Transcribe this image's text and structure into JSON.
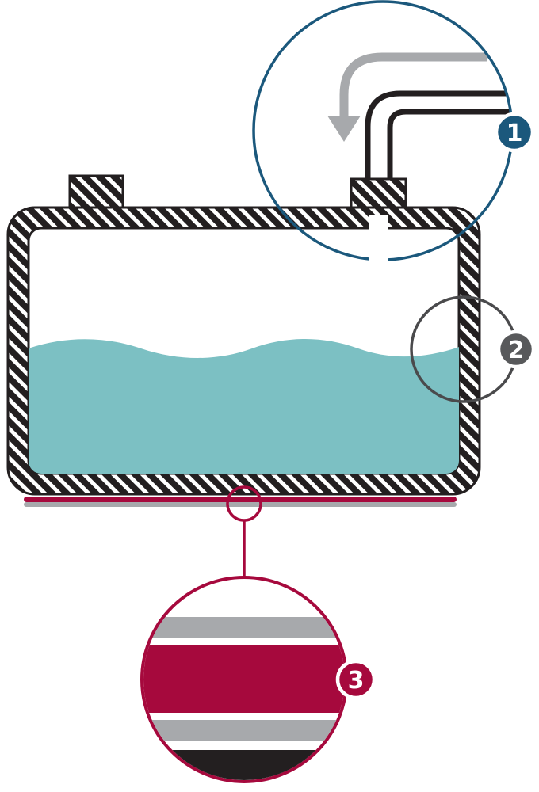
{
  "diagram": {
    "type": "tank-cutaway-callout-diagram",
    "callouts": [
      {
        "label": "1"
      },
      {
        "label": "2"
      },
      {
        "label": "3"
      }
    ]
  },
  "colors": {
    "blue": "#1b587c",
    "gray_dark": "#58595b",
    "gray_ring": "#4a4a4c",
    "crimson": "#a6093d",
    "teal": "#7cc0c3",
    "gray_light": "#a7a9ac",
    "black": "#231f20",
    "white": "#ffffff"
  }
}
